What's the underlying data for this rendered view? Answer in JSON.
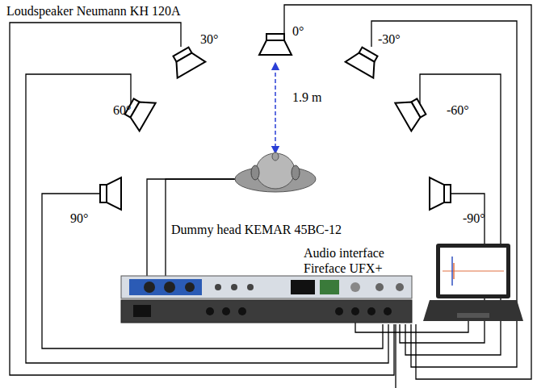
{
  "diagram": {
    "labels": [
      "Loudspeaker Neumann KH 120A",
      "0°",
      "30°",
      "-30°",
      "60°",
      "-60°",
      "90°",
      "-90°",
      "1.9 m",
      "Dummy head KEMAR 45BC-12",
      "Audio interface",
      "Fireface UFX+"
    ]
  }
}
